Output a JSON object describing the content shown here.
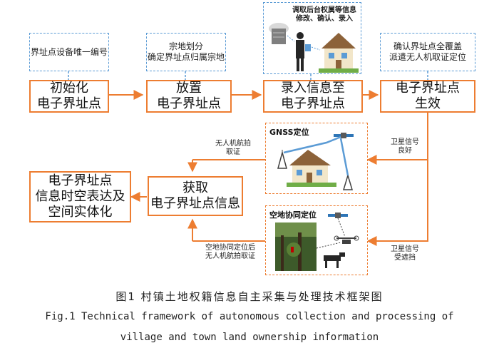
{
  "top_notes": {
    "n1": "界址点设备唯一编号",
    "n2_line1": "宗地划分",
    "n2_line2": "确定界址点归属宗地",
    "n3_line1": "调取后台权属等信息",
    "n3_line2": "修改、确认、录入",
    "n4_line1": "确认界址点全覆盖",
    "n4_line2": "派遣无人机取证定位"
  },
  "stages": {
    "s1_line1": "初始化",
    "s1_line2": "电子界址点",
    "s2_line1": "放置",
    "s2_line2": "电子界址点",
    "s3_line1": "录入信息至",
    "s3_line2": "电子界址点",
    "s4_line1": "电子界址点",
    "s4_line2": "生效",
    "s5_line1": "获取",
    "s5_line2": "电子界址点信息",
    "s6_line1": "电子界址点",
    "s6_line2": "信息时空表达及",
    "s6_line3": "空间实体化"
  },
  "panels": {
    "gnss_title": "GNSS定位",
    "air_ground_title": "空地协同定位"
  },
  "edge_labels": {
    "sat_good_line1": "卫星信号",
    "sat_good_line2": "良好",
    "sat_blocked_line1": "卫星信号",
    "sat_blocked_line2": "受遮挡",
    "uav_line1": "无人机航拍",
    "uav_line2": "取证",
    "coop_line1": "空地协同定位后",
    "coop_line2": "无人机航拍取证"
  },
  "caption": {
    "zh": "图1 村镇土地权籍信息自主采集与处理技术框架图",
    "en_line1": "Fig.1 Technical framework of autonomous collection and processing of",
    "en_line2": "village and town land ownership information"
  },
  "colors": {
    "orange": "#ed7d31",
    "blue": "#5b9bd5"
  }
}
